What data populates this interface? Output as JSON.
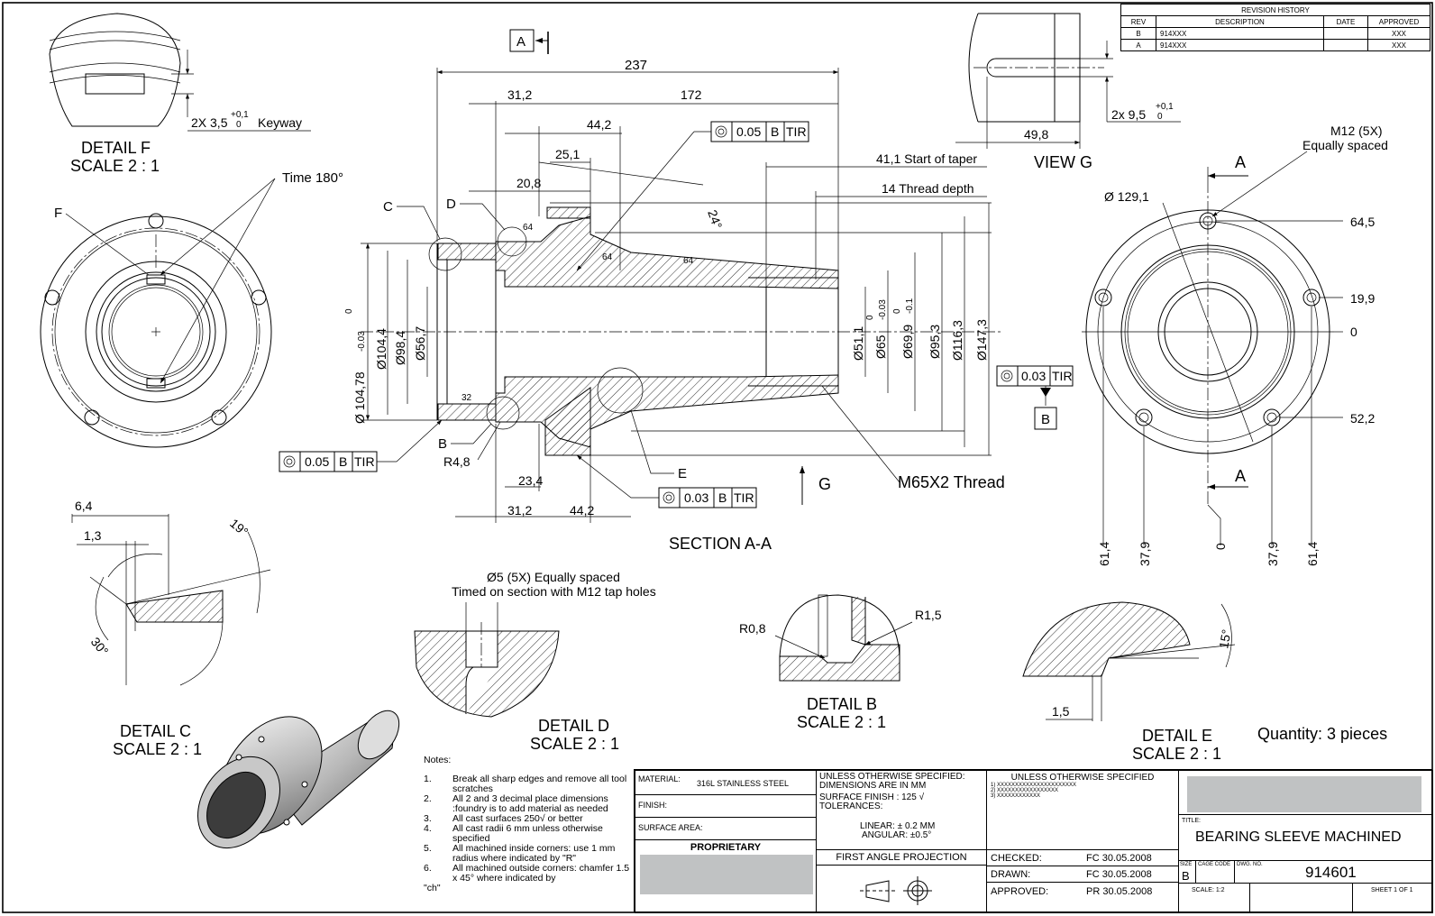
{
  "revision_history": {
    "title": "REVISION HISTORY",
    "headers": [
      "REV",
      "DESCRIPTION",
      "DATE",
      "APPROVED"
    ],
    "rows": [
      {
        "rev": "B",
        "description": "914XXX",
        "date": "",
        "approved": "XXX"
      },
      {
        "rev": "A",
        "description": "914XXX",
        "date": "",
        "approved": "XXX"
      }
    ]
  },
  "detail_f": {
    "title": "DETAIL F",
    "scale": "SCALE 2 : 1",
    "keyway_prefix": "2X 3,5",
    "tol_upper": "+0,1",
    "tol_lower": "0",
    "keyway_label": "Keyway"
  },
  "left_view": {
    "label_f": "F",
    "timing": "Time 180°"
  },
  "section": {
    "title": "SECTION A-A",
    "section_marker": "A",
    "view_arrow": "G",
    "dims": {
      "overall": "237",
      "d31_2": "31,2",
      "d172": "172",
      "d44_2": "44,2",
      "d25_1": "25,1",
      "d20_8": "20,8",
      "taper": "41,1 Start of taper",
      "thread_depth": "14 Thread depth",
      "angle": "24°",
      "d23_4": "23,4",
      "d31_2b": "31,2",
      "d44_2b": "44,2",
      "radius": "R4,8"
    },
    "detail_labels": {
      "c": "C",
      "d": "D",
      "b": "B",
      "e": "E"
    },
    "diameters": {
      "d104_78": "Ø 104,78",
      "d104_78_tol_u": "0",
      "d104_78_tol_l": "-0.03",
      "d104_4": "Ø104,4",
      "d98_4": "Ø98,4",
      "d56_7": "Ø56,7",
      "d51_1": "Ø51,1",
      "d65": "Ø65",
      "d65_tol_u": "0",
      "d65_tol_l": "-0.03",
      "d69_9": "Ø69,9",
      "d69_9_tol_u": "0",
      "d69_9_tol_l": "-0.1",
      "d95_3": "Ø95,3",
      "d116_3": "Ø116,3",
      "d147_3": "Ø147,3"
    },
    "thread": "M65X2 Thread",
    "finish_marks": [
      "64",
      "64",
      "64",
      "32"
    ],
    "tolerance_frames": [
      {
        "value": "0.05",
        "datum": "B",
        "mod": "TIR"
      },
      {
        "value": "0.05",
        "datum": "B",
        "mod": "TIR"
      },
      {
        "value": "0.03",
        "datum": "",
        "mod": "TIR"
      },
      {
        "value": "0.03",
        "datum": "B",
        "mod": "TIR"
      }
    ],
    "datum_b": "B"
  },
  "view_g": {
    "title": "VIEW G",
    "width": "49,8",
    "slot_prefix": "2x 9,5",
    "tol_upper": "+0,1",
    "tol_lower": "0"
  },
  "right_view": {
    "tap": "M12  (5X)",
    "tap_note": "Equally spaced",
    "pcd": "Ø 129,1",
    "section_a_top": "A",
    "section_a_bottom": "A",
    "y_coords": [
      "64,5",
      "19,9",
      "0",
      "52,2"
    ],
    "x_coords": [
      "61,4",
      "37,9",
      "0",
      "37,9",
      "61,4"
    ]
  },
  "detail_c": {
    "title": "DETAIL C",
    "scale": "SCALE 2 : 1",
    "d6_4": "6,4",
    "d1_3": "1,3",
    "a19": "19°",
    "a30": "30°"
  },
  "detail_d": {
    "title": "DETAIL D",
    "scale": "SCALE 2 : 1",
    "note1": "Ø5 (5X) Equally spaced",
    "note2": "Timed on section with M12 tap holes"
  },
  "detail_b": {
    "title": "DETAIL B",
    "scale": "SCALE 2 : 1",
    "r1": "R0,8",
    "r2": "R1,5"
  },
  "detail_e": {
    "title": "DETAIL E",
    "scale": "SCALE 2 : 1",
    "angle": "15°",
    "dim": "1,5"
  },
  "quantity": "Quantity: 3 pieces",
  "notes": {
    "title": "Notes:",
    "items": [
      {
        "n": "1.",
        "text": "Break all sharp edges and remove all tool scratches"
      },
      {
        "n": "2.",
        "text": "All 2 and 3 decimal place dimensions :foundry is to add material as needed"
      },
      {
        "n": "3.",
        "text": "All cast surfaces 250√ or better"
      },
      {
        "n": "4.",
        "text": "All cast radii 6 mm unless otherwise specified"
      },
      {
        "n": "5.",
        "text": "All machined inside corners: use 1 mm radius where indicated by \"R\""
      },
      {
        "n": "6.",
        "text": "All machined outside corners: chamfer 1.5 x 45° where  indicated by"
      }
    ],
    "tail": "\"ch\""
  },
  "title_block": {
    "material_label": "MATERIAL:",
    "material": "316L STAINLESS STEEL",
    "finish_label": "FINISH:",
    "surface_area_label": "SURFACE AREA:",
    "proprietary": "PROPRIETARY",
    "unless1": "UNLESS OTHERWISE SPECIFIED:",
    "unless2": "DIMENSIONS ARE IN MM",
    "surface_finish": "SURFACE FINISH : 125 √",
    "tolerances": "TOLERANCES:",
    "linear": "LINEAR: ± 0.2 MM",
    "angular": "ANGULAR: ±0.5°",
    "projection": "FIRST ANGLE PROJECTION",
    "unless_header": "UNLESS OTHERWISE SPECIFIED",
    "unless_items": [
      "1) XXXXXXXXXXXXXXXXXXXXXX",
      "2) XXXXXXXXXXXXXXXXX",
      "3) XXXXXXXXXXXX"
    ],
    "checked_label": "CHECKED:",
    "checked": "FC 30.05.2008",
    "drawn_label": "DRAWN:",
    "drawn": "FC 30.05.2008",
    "approved_label": "APPROVED:",
    "approved": "PR 30.05.2008",
    "title_label": "TITLE:",
    "title": "BEARING SLEEVE MACHINED",
    "size_label": "SIZE",
    "size": "B",
    "cage_label": "CAGE CODE",
    "dwg_label": "DWG.  NO.",
    "dwg_no": "914601",
    "scale": "SCALE:  1:2",
    "sheet": "SHEET 1 OF 1"
  }
}
